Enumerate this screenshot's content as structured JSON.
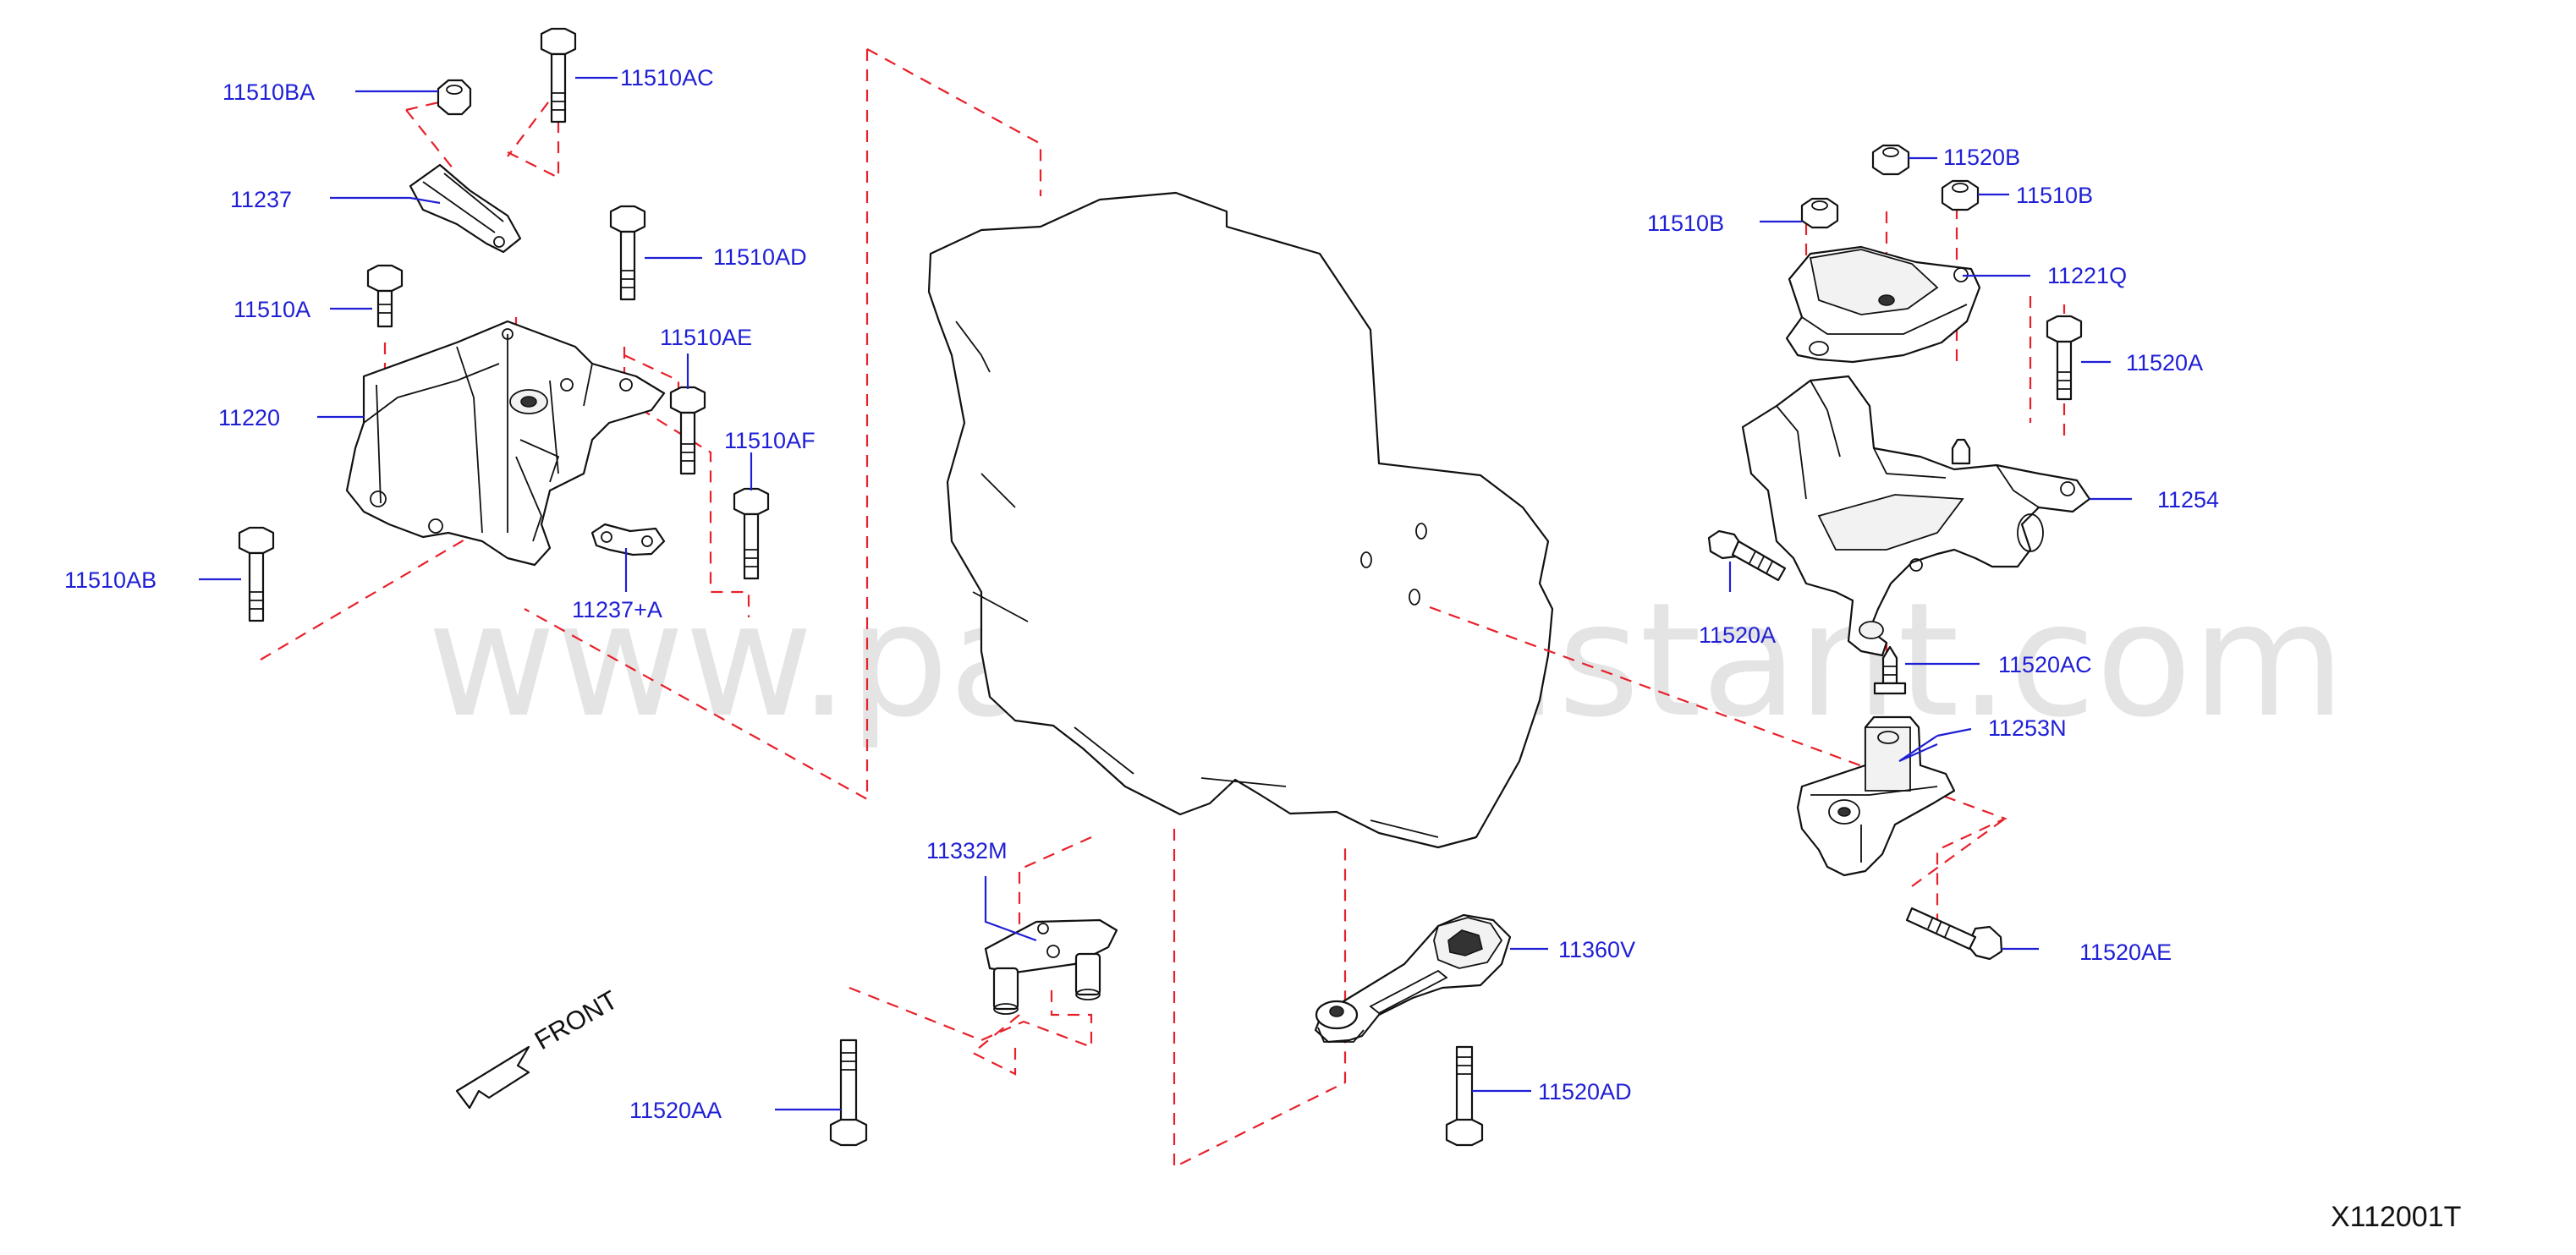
{
  "watermark": "www.partsassistant.com",
  "drawing_code": "X112001T",
  "front_label": "FRONT",
  "parts": {
    "p11510BA": "11510BA",
    "p11510AC": "11510AC",
    "p11237": "11237",
    "p11510AD": "11510AD",
    "p11510A": "11510A",
    "p11510AE": "11510AE",
    "p11220": "11220",
    "p11510AF": "11510AF",
    "p11510AB": "11510AB",
    "p11237A": "11237+A",
    "p11520B": "11520B",
    "p11510B_left": "11510B",
    "p11510B_right": "11510B",
    "p11221Q": "11221Q",
    "p11520A_right": "11520A",
    "p11254": "11254",
    "p11520A_left": "11520A",
    "p11520AC": "11520AC",
    "p11253N": "11253N",
    "p11520AE": "11520AE",
    "p11332M": "11332M",
    "p11360V": "11360V",
    "p11520AA": "11520AA",
    "p11520AD": "11520AD"
  },
  "icons": {
    "front_arrow": "front-arrow-icon"
  },
  "colors": {
    "label": "#1f1fd6",
    "dash": "#e8202a",
    "line": "#111111"
  }
}
